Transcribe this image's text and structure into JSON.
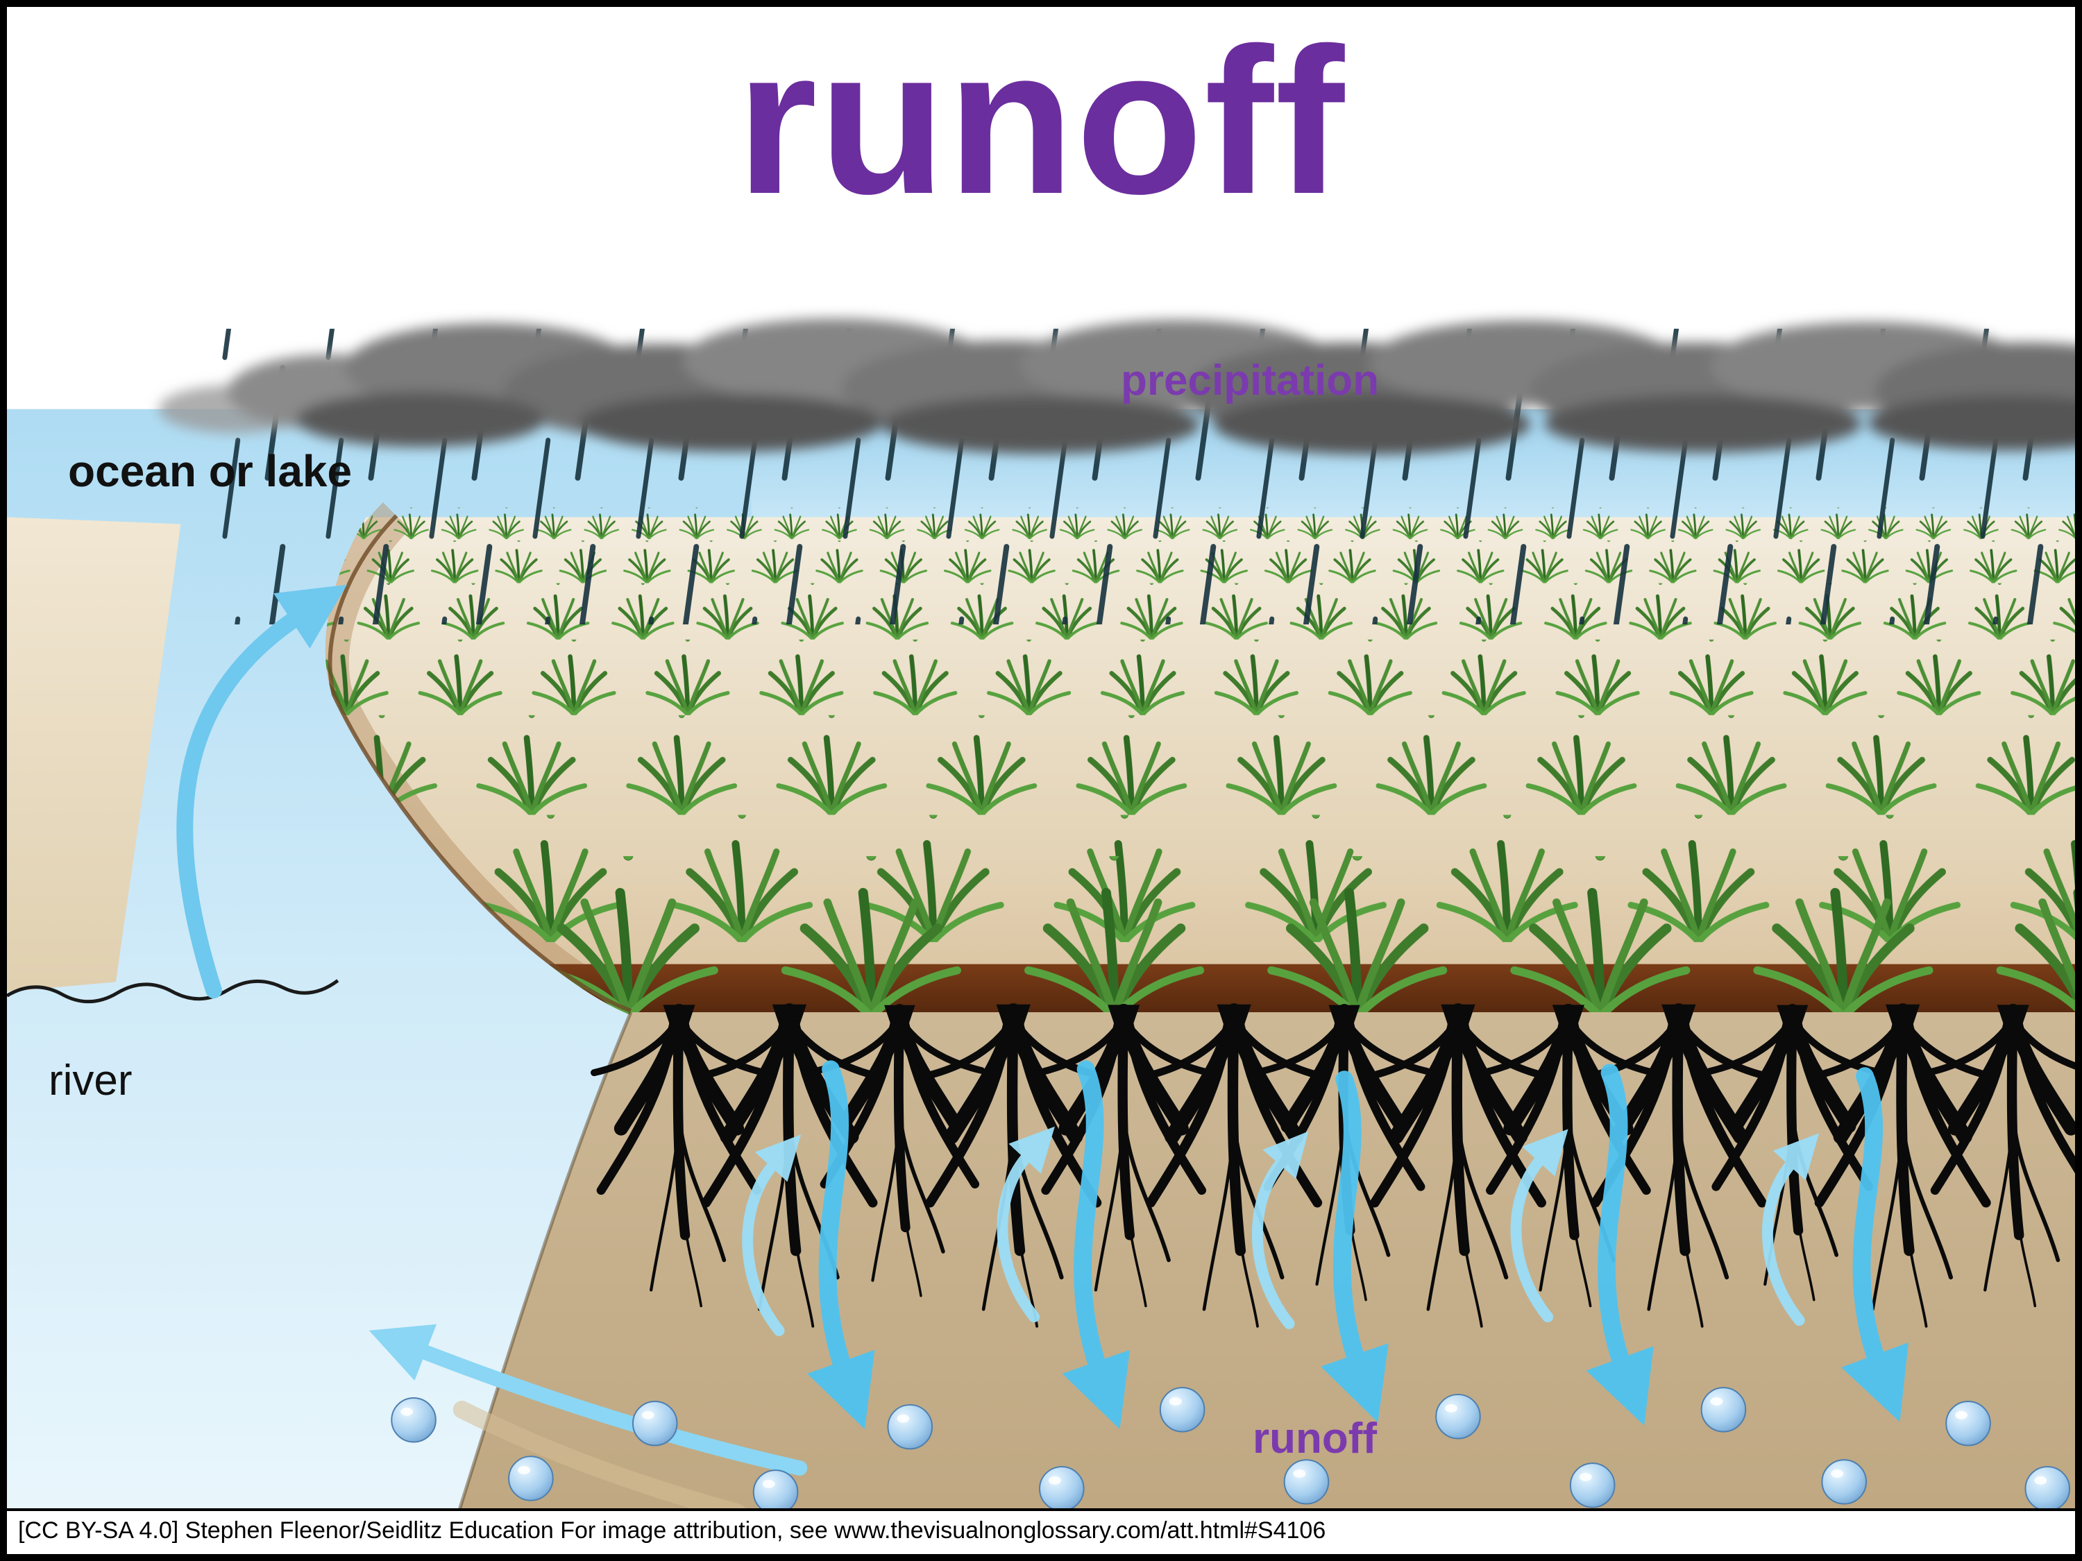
{
  "title": "runoff",
  "labels": {
    "ocean": "ocean or lake",
    "precipitation": "precipitation",
    "river": "river",
    "runoff": "runoff"
  },
  "attribution": "[CC BY-SA 4.0] Stephen Fleenor/Seidlitz Education For image attribution, see www.thevisualnonglossary.com/att.html#S4106",
  "colors": {
    "title_purple": "#6B2E9E",
    "label_purple": "#7B3BAE",
    "water_blue": "#BCE0F4",
    "arrow_blue": "#4FC3F0",
    "soil_tan": "#C8B491",
    "topsoil_brown": "#6B3316",
    "grass_green": "#3E7C2B",
    "cloud_gray": "#7A7A7A",
    "rain_dark": "#16323E",
    "sand_beige": "#EFE5CF"
  }
}
